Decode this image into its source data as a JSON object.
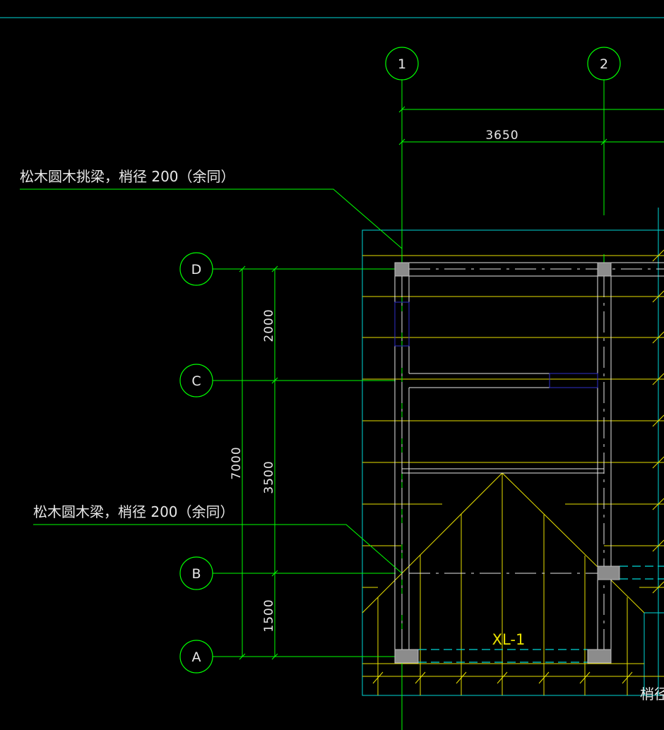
{
  "colors": {
    "background": "#000000",
    "axis_green": "#00ff00",
    "outline_cyan": "#00d8d8",
    "beam_yellow": "#e8e000",
    "wall_white": "#e8e8e8",
    "window_blue": "#3030c8",
    "column_gray": "#8c8c8c"
  },
  "axes": {
    "vertical": [
      {
        "id": "1",
        "label": "1"
      },
      {
        "id": "2",
        "label": "2"
      }
    ],
    "horizontal": [
      {
        "id": "D",
        "label": "D"
      },
      {
        "id": "C",
        "label": "C"
      },
      {
        "id": "B",
        "label": "B"
      },
      {
        "id": "A",
        "label": "A"
      }
    ]
  },
  "dimensions": {
    "span_1_2": "3650",
    "total_vertical": "7000",
    "seg_D_C": "2000",
    "seg_C_B": "3500",
    "seg_B_A": "1500"
  },
  "notes": {
    "cantilever_beam": "松木圆木挑梁，梢径 200（余同）",
    "log_beam": "松木圆木梁，梢径 200（余同）",
    "partial_note": "梢径"
  },
  "labels": {
    "beam_tag": "XL-1"
  }
}
